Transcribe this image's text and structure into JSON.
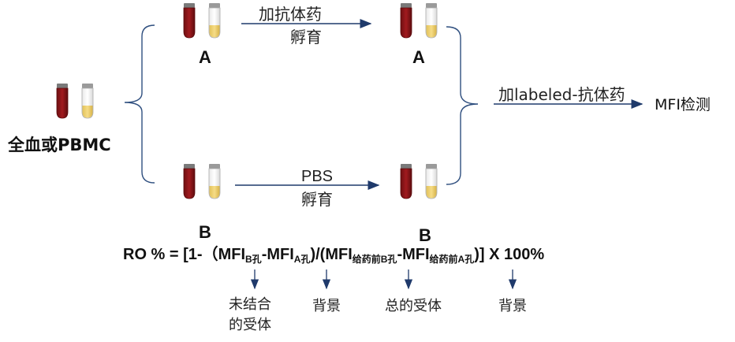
{
  "diagram": {
    "source_label": "全血或PBMC",
    "group_a": {
      "label_left": "A",
      "label_right": "A",
      "step_line1": "加抗体药",
      "step_line2": "孵育"
    },
    "group_b": {
      "label_left": "B",
      "label_right": "B",
      "step_line1": "PBS",
      "step_line2": "孵育"
    },
    "merge_step": "加labeled-抗体药",
    "result": "MFI检测",
    "formula": {
      "prefix": "RO % = [1-（MFI",
      "sub1": "B孔",
      "mid1": "-MFI",
      "sub2": "A孔",
      "mid2": ")/(MFI",
      "sub3": "给药前B孔",
      "mid3": "-MFI",
      "sub4": "给药前A孔",
      "suffix": ")] X 100%"
    },
    "annotations": {
      "unbound_line1": "未结合",
      "unbound_line2": "的受体",
      "background1": "背景",
      "total": "总的受体",
      "background2": "背景"
    },
    "colors": {
      "blood": "#8b1417",
      "plasma": "#f3d67a",
      "arrow": "#1f3a6b",
      "bracket": "#2f4f7f"
    }
  }
}
